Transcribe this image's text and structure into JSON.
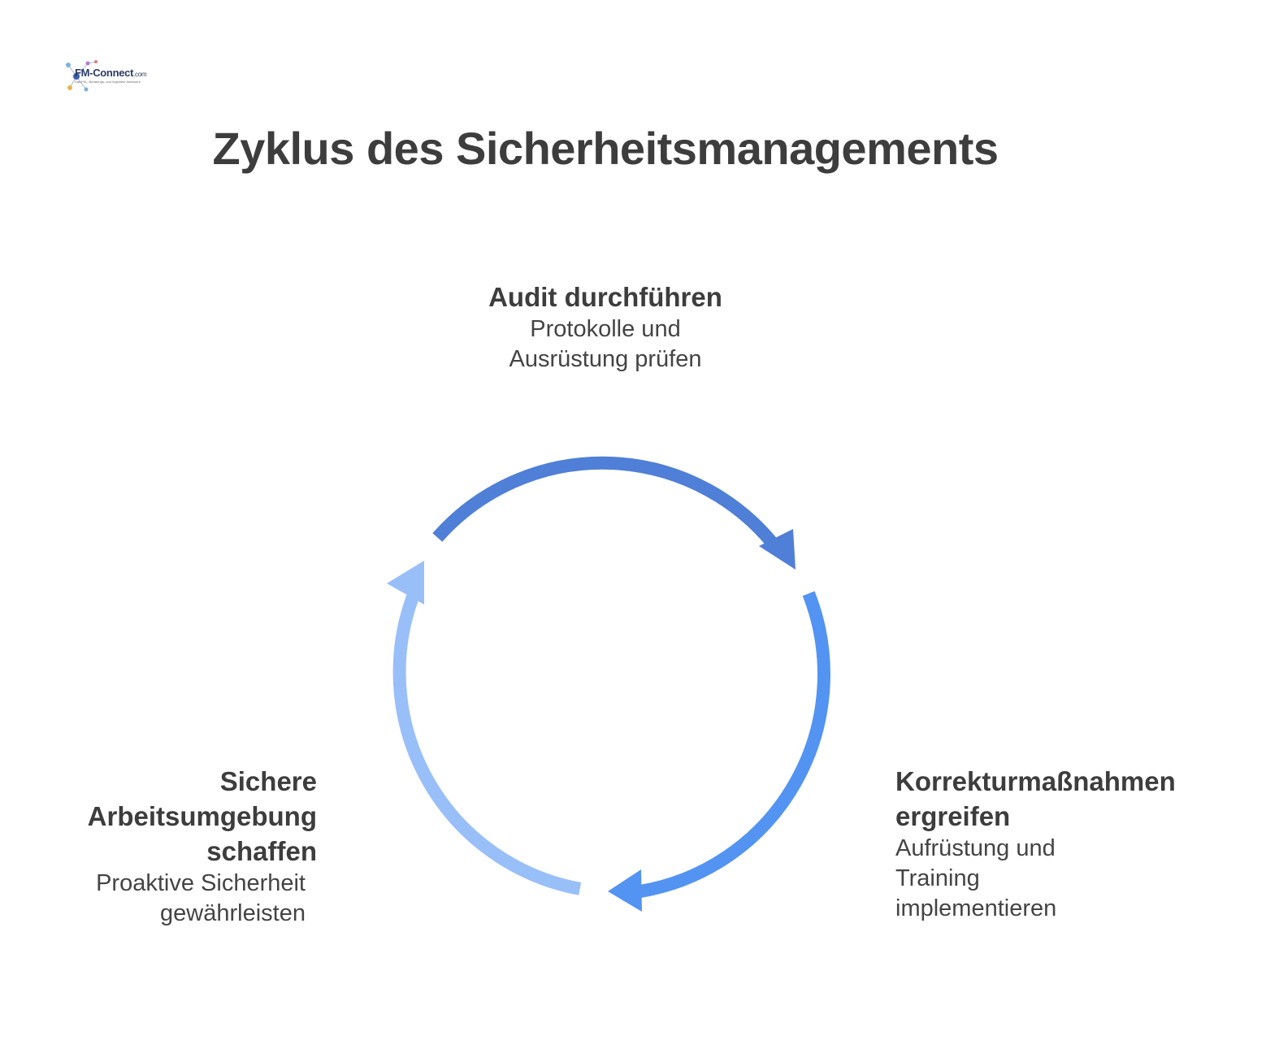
{
  "logo": {
    "name": "FM-Connect",
    "domain": ".com",
    "tagline": "Das FM-, Beratungs- und Ingenieur-Netzwerk"
  },
  "title": "Zyklus des Sicherheitsmanagements",
  "colors": {
    "arc_top": "#4f7fd6",
    "arc_right": "#5393f2",
    "arc_left": "#99bff8",
    "text": "#3d3d3d"
  },
  "steps": [
    {
      "id": "audit",
      "heading": "Audit durchführen",
      "description": "Protokolle und Ausrüstung prüfen"
    },
    {
      "id": "korrektur",
      "heading": "Korrekturmaßnahmen ergreifen",
      "description": "Aufrüstung und Training implementieren"
    },
    {
      "id": "sichere",
      "heading": "Sichere Arbeitsumgebung schaffen",
      "description": "Proaktive Sicherheit gewährleisten"
    }
  ]
}
